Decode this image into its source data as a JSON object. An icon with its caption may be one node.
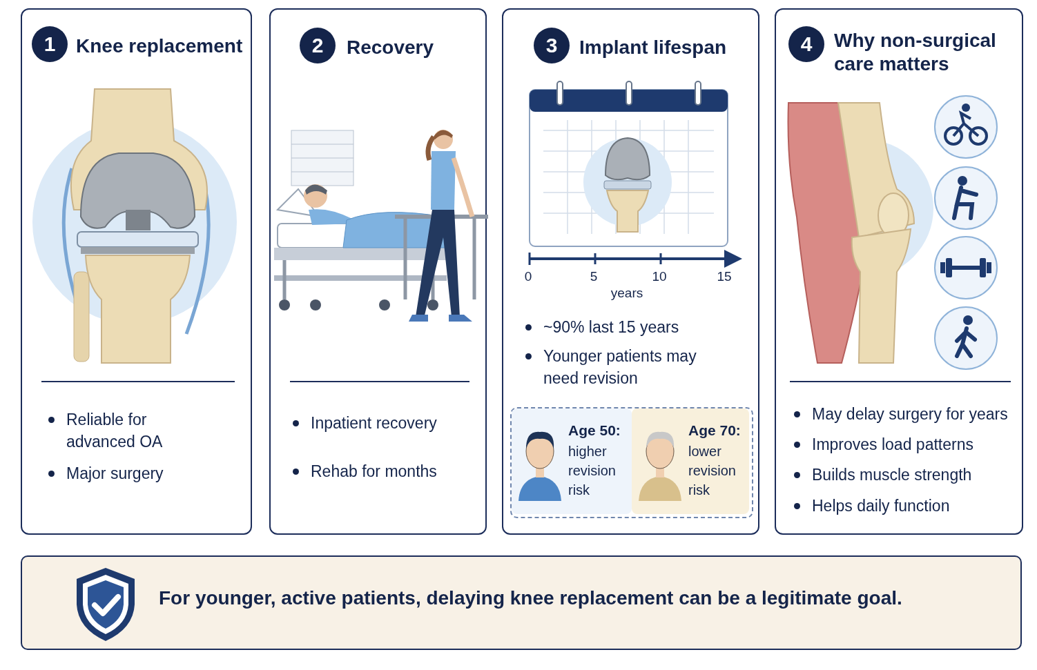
{
  "diagram": {
    "nodes": [
      {
        "text": [
          "Knee replacement",
          "Reliable for advanced OA",
          "Major surgery"
        ]
      },
      {
        "text": [
          "1"
        ],
        "in": 0
      },
      {
        "text": [
          "Recovery",
          "Inpatient recovery",
          "Rehab for months"
        ]
      },
      {
        "text": [
          "2"
        ],
        "in": 2
      },
      {
        "text": [
          "Implant lifespan",
          "~90% last 15 years",
          "Younger patients may need revision"
        ]
      },
      {
        "text": [
          "3"
        ],
        "in": 4
      },
      {
        "text": [],
        "shape": "box",
        "in": 4
      },
      {
        "text": [
          "Age 50:",
          "higher revision risk"
        ],
        "in": 6
      },
      {
        "text": [
          "Age 70:",
          "lower revision risk"
        ],
        "in": 6
      },
      {
        "text": [
          "Why non-surgical care matters",
          "May delay surgery for years",
          "Improves load patterns",
          "Builds muscle strength",
          "Helps daily function"
        ]
      },
      {
        "text": [
          "4"
        ],
        "in": 9
      },
      {
        "text": [
          "For younger, active patients, delaying knee replacement can be a legitimate goal."
        ]
      }
    ],
    "labels": [
      "0",
      "5",
      "10",
      "15",
      "years"
    ]
  }
}
